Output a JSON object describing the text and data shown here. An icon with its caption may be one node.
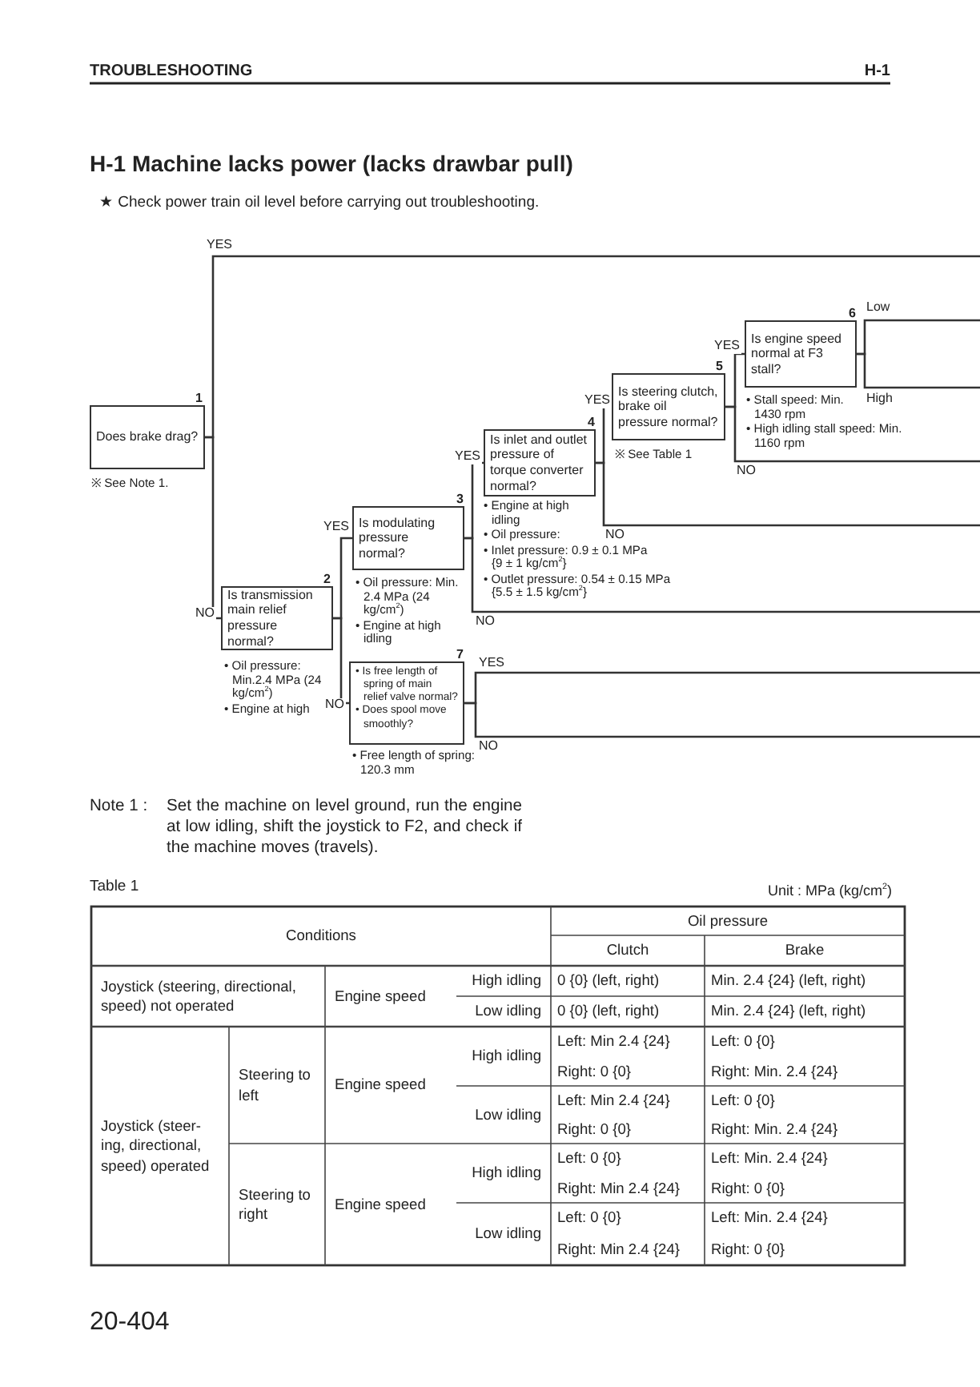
{
  "diagram": {
    "title": "H-1 Machine lacks power (lacks drawbar pull)",
    "nodes": [
      {
        "text": [
          "Does brake drag?"
        ],
        "beside": [
          "1",
          "※ See Note 1."
        ]
      },
      {
        "text": [
          "Is transmission main relief pressure normal?"
        ],
        "beside": [
          "2",
          "• Oil pressure: Min.2.4 MPa (24 kg/cm$^{2}$)",
          "• Engine at high"
        ]
      },
      {
        "text": [
          "Is modulating pressure normal?"
        ],
        "beside": [
          "3",
          "• Oil pressure: Min. 2.4 MPa (24 kg/cm$^{2}$)",
          "• Engine at high idling"
        ]
      },
      {
        "text": [
          "Is inlet and outlet pressure of torque converter normal?"
        ],
        "beside": [
          "4",
          "• Engine at high idling",
          "• Oil pressure:",
          "• Inlet pressure: 0.9 ± 0.1 MPa {9 ± 1 kg/cm$^{2}$}",
          "• Outlet pressure: 0.54 ± 0.15 MPa {5.5 ± 1.5 kg/cm$^{2}$}"
        ]
      },
      {
        "text": [
          "Is steering clutch, brake oil pressure normal?"
        ],
        "beside": [
          "5",
          "※ See Table 1"
        ]
      },
      {
        "text": [
          "Is engine speed normal at F3 stall?"
        ],
        "beside": [
          "6",
          "• Stall speed: Min. 1430 rpm",
          "• High idling stall speed: Min. 1160 rpm"
        ]
      },
      {
        "text": [
          "• Is free length of spring of main relief valve normal?",
          "• Does spool move smoothly?"
        ],
        "beside": [
          "7",
          "• Free length of spring: 120.3 mm"
        ]
      }
    ],
    "edges": [
      {
        "from": 0,
        "to": null,
        "arrow": "none",
        "label": "YES"
      },
      {
        "from": 0,
        "to": 1,
        "arrow": "none",
        "label": "NO"
      },
      {
        "from": 1,
        "to": 2,
        "arrow": "none",
        "label": "YES"
      },
      {
        "from": 1,
        "to": 6,
        "arrow": "none",
        "label": "NO"
      },
      {
        "from": 2,
        "to": 3,
        "arrow": "none",
        "label": "YES"
      },
      {
        "from": 2,
        "to": null,
        "arrow": "none",
        "label": "NO"
      },
      {
        "from": 3,
        "to": 4,
        "arrow": "none",
        "label": "YES"
      },
      {
        "from": 3,
        "to": null,
        "arrow": "none",
        "label": "NO"
      },
      {
        "from": 4,
        "to": 5,
        "arrow": "none",
        "label": "YES"
      },
      {
        "from": 4,
        "to": null,
        "arrow": "none",
        "label": "NO"
      },
      {
        "from": 5,
        "to": null,
        "arrow": "none",
        "label": "Low"
      },
      {
        "from": 5,
        "to": null,
        "arrow": "none",
        "label": "High"
      },
      {
        "from": 6,
        "to": null,
        "arrow": "none",
        "label": "YES"
      },
      {
        "from": 6,
        "to": null,
        "arrow": "none",
        "label": "NO"
      }
    ],
    "labels": [
      "TROUBLESHOOTING",
      "H-1",
      "★ Check power train oil level before carrying out troubleshooting.",
      "Note 1 :",
      "Set the machine on level ground, run the engine at low idling, shift the joystick to F2, and check if the machine moves (travels).",
      "Table 1",
      "Unit : MPa (kg/cm$^{2}$)",
      "Conditions",
      "Oil pressure",
      "Clutch",
      "Brake",
      "Joystick (steering, directional, speed) not operated",
      "Engine speed",
      "High idling",
      "0 {0} (left, right)",
      "Min. 2.4 {24} (left, right)",
      "Low idling",
      "0 {0} (left, right)",
      "Min. 2.4 {24} (left, right)",
      "Joystick (steer-ing, directional, speed) operated",
      "Steering to left",
      "Engine speed",
      "High idling",
      "Left: Min 2.4 {24}",
      "Right: 0 {0}",
      "Left: 0 {0}",
      "Right: Min. 2.4 {24}",
      "Low idling",
      "Left: Min 2.4 {24}",
      "Right: 0 {0}",
      "Left: 0 {0}",
      "Right: Min. 2.4 {24}",
      "Steering to right",
      "Engine speed",
      "High idling",
      "Left: 0 {0}",
      "Right: Min 2.4 {24}",
      "Left: Min. 2.4 {24}",
      "Right: 0 {0}",
      "Low idling",
      "Left: 0 {0}",
      "Right: Min 2.4 {24}",
      "Left: Min. 2.4 {24}",
      "Right: 0 {0}",
      "20-404"
    ]
  }
}
